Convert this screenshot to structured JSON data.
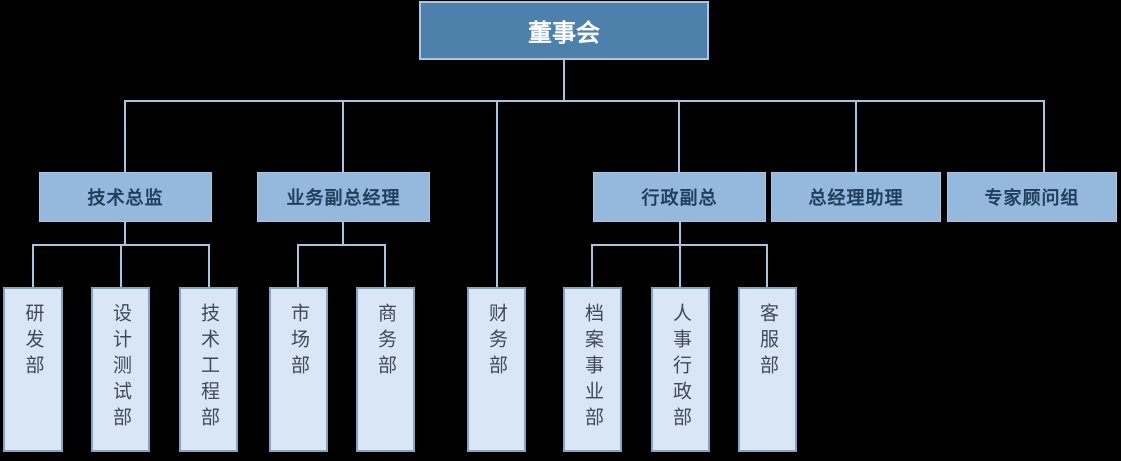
{
  "org_chart": {
    "root": {
      "label": "董事会",
      "children": [
        "技术总监",
        "业务副总经理",
        "财务部",
        "行政副总",
        "总经理助理",
        "专家顾问组"
      ]
    },
    "managers": [
      {
        "label": "技术总监",
        "children": [
          "研发部",
          "设计测试部",
          "技术工程部"
        ]
      },
      {
        "label": "业务副总经理",
        "children": [
          "市场部",
          "商务部"
        ]
      },
      {
        "label": "行政副总",
        "children": [
          "档案事业部",
          "人事行政部",
          "客服部"
        ]
      },
      {
        "label": "总经理助理",
        "children": []
      },
      {
        "label": "专家顾问组",
        "children": []
      }
    ],
    "departments": [
      {
        "label": "研发部"
      },
      {
        "label": "设计测试部"
      },
      {
        "label": "技术工程部"
      },
      {
        "label": "市场部"
      },
      {
        "label": "商务部"
      },
      {
        "label": "财务部"
      },
      {
        "label": "档案事业部"
      },
      {
        "label": "人事行政部"
      },
      {
        "label": "客服部"
      }
    ]
  },
  "colors": {
    "background": "#000000",
    "line": "#a9c4e0",
    "root-fill": "#4d80ab",
    "root-border": "#a9c6e4",
    "root-text": "#ffffff",
    "manager-fill": "#94b9dd",
    "manager-border": "#a9c6e4",
    "manager-text": "#203f5e",
    "dept-fill": "#d8e6f6",
    "dept-border": "#86a3c3",
    "dept-text": "#3f4b59"
  }
}
